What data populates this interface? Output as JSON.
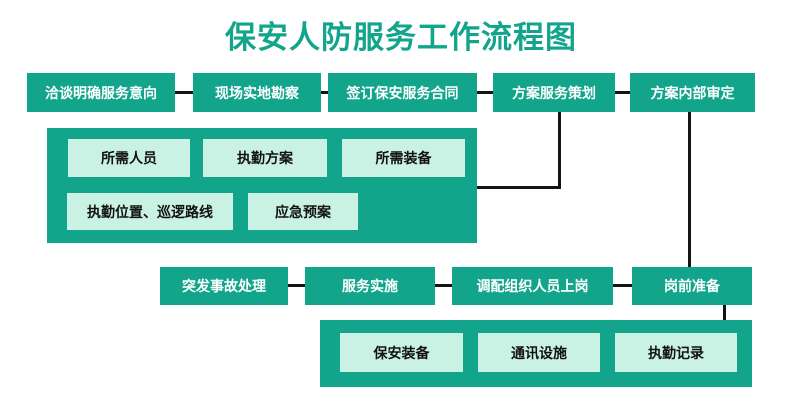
{
  "title": "保安人防服务工作流程图",
  "colors": {
    "node_teal": "#12a58c",
    "subnode_mint": "#c9f2e4",
    "connector_black": "#141414",
    "title_teal": "#12a58c",
    "background": "#ffffff"
  },
  "flow": {
    "row1": [
      {
        "label": "洽谈明确服务意向"
      },
      {
        "label": "现场实地勘察"
      },
      {
        "label": "签订保安服务合同"
      },
      {
        "label": "方案服务策划"
      },
      {
        "label": "方案内部审定"
      }
    ],
    "plan_details": {
      "items": [
        {
          "label": "所需人员"
        },
        {
          "label": "执勤方案"
        },
        {
          "label": "所需装备"
        },
        {
          "label": "执勤位置、巡逻路线"
        },
        {
          "label": "应急预案"
        }
      ]
    },
    "row2": [
      {
        "label": "突发事故处理"
      },
      {
        "label": "服务实施"
      },
      {
        "label": "调配组织人员上岗"
      },
      {
        "label": "岗前准备"
      }
    ],
    "preparation_details": {
      "items": [
        {
          "label": "保安装备"
        },
        {
          "label": "通讯设施"
        },
        {
          "label": "执勤记录"
        }
      ]
    }
  }
}
